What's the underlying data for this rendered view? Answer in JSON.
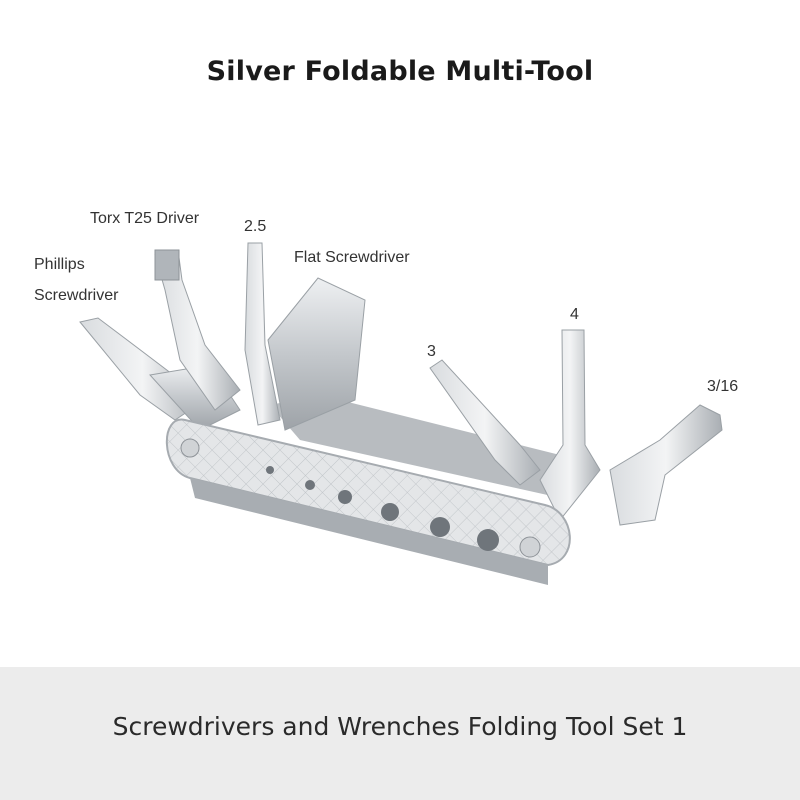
{
  "page": {
    "title": "Silver Foldable Multi-Tool",
    "footer": "Screwdrivers and Wrenches Folding Tool Set 1"
  },
  "labels": {
    "torx": "Torx T25 Driver",
    "hex_2_5": "2.5",
    "phillips_line1": "Phillips",
    "phillips_line2": "Screwdriver",
    "flat": "Flat Screwdriver",
    "hex_3": "3",
    "hex_4": "4",
    "hex_3_16": "3/16"
  },
  "colors": {
    "background": "#ffffff",
    "footer_band": "#ececec",
    "metal": "#c9cccf"
  }
}
